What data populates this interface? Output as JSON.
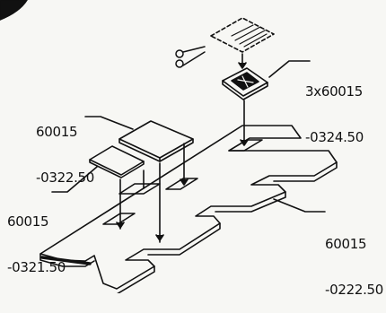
{
  "labels": {
    "part_324": {
      "line1": "3x60015",
      "line2": "-0324.50"
    },
    "part_322": {
      "line1": "60015",
      "line2": "-0322.50"
    },
    "part_321": {
      "line1": "60015",
      "line2": "-0321.50"
    },
    "part_222": {
      "line1": "60015",
      "line2": "-0222.50"
    }
  },
  "icons": {
    "scissors": "scissors-icon"
  },
  "colors": {
    "ink": "#111111",
    "background": "#f7f7f4"
  }
}
